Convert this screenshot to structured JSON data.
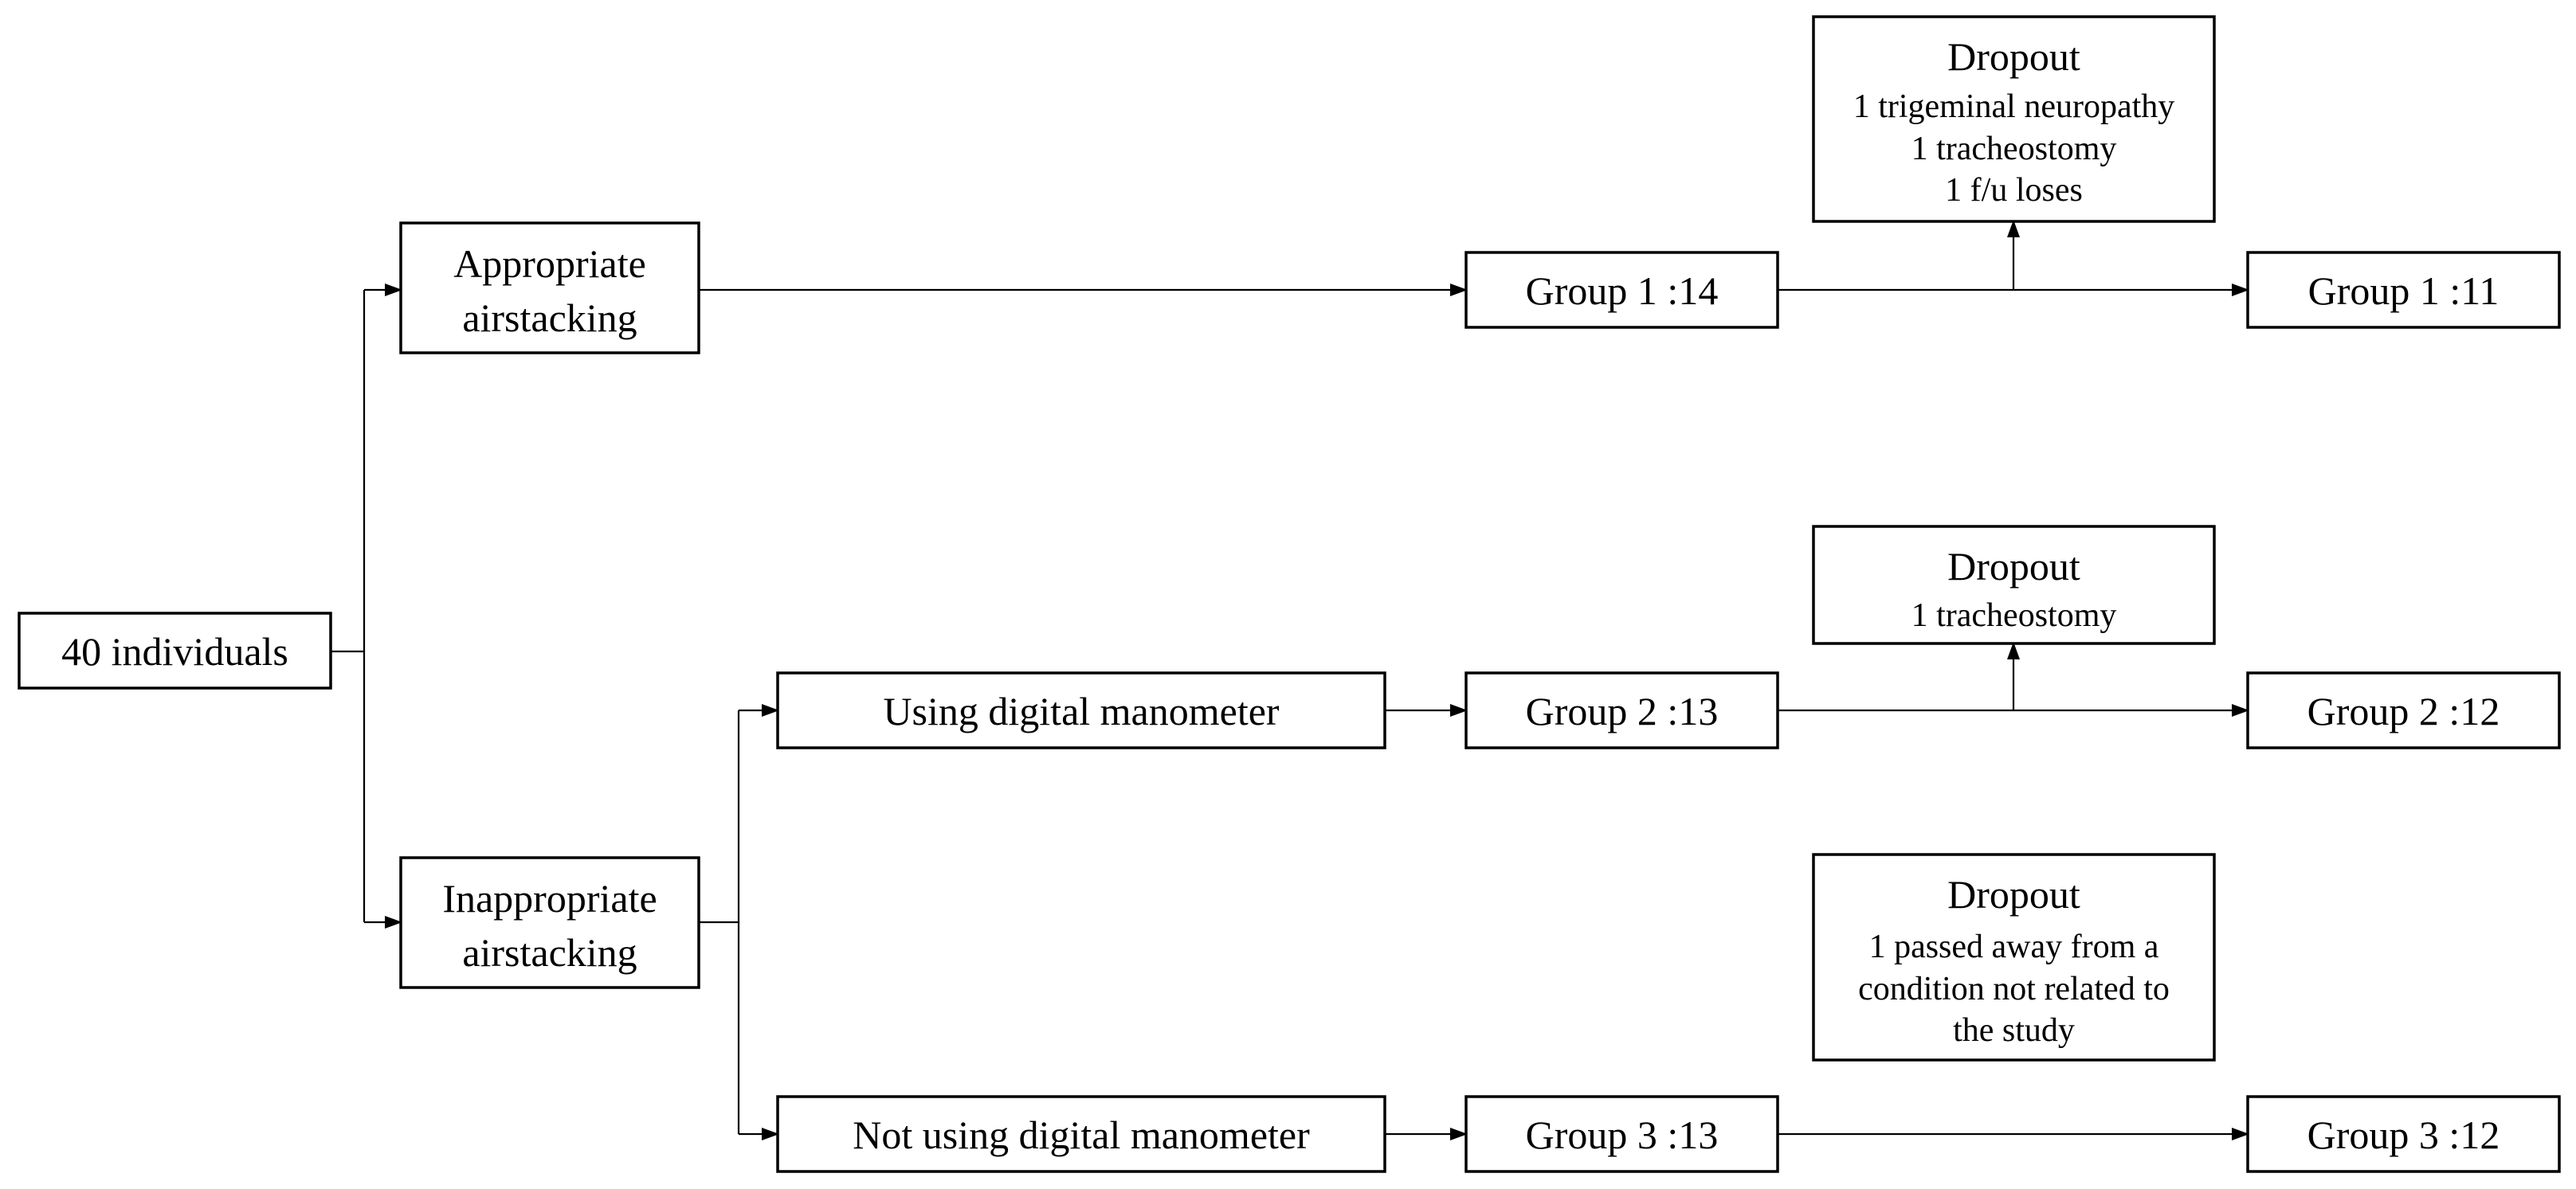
{
  "diagram": {
    "start": {
      "label": "40 individuals"
    },
    "appropriate": {
      "lines": [
        "Appropriate",
        "airstacking"
      ]
    },
    "inappropriate": {
      "lines": [
        "Inappropriate",
        "airstacking"
      ]
    },
    "digital": {
      "label": "Using digital manometer"
    },
    "no_digital": {
      "label": "Not using digital manometer"
    },
    "group1_start": {
      "label": "Group 1 :14"
    },
    "group2_start": {
      "label": "Group 2 :13"
    },
    "group3_start": {
      "label": "Group 3 :13"
    },
    "group1_end": {
      "label": "Group 1 :11"
    },
    "group2_end": {
      "label": "Group 2 :12"
    },
    "group3_end": {
      "label": "Group 3 :12"
    },
    "dropout1": {
      "title": "Dropout",
      "details": [
        "1 trigeminal neuropathy",
        "1 tracheostomy",
        "1 f/u loses"
      ]
    },
    "dropout2": {
      "title": "Dropout",
      "details": [
        "1 tracheostomy"
      ]
    },
    "dropout3": {
      "title": "Dropout",
      "details": [
        "1 passed away from a",
        "condition not related to",
        "the study"
      ]
    }
  }
}
